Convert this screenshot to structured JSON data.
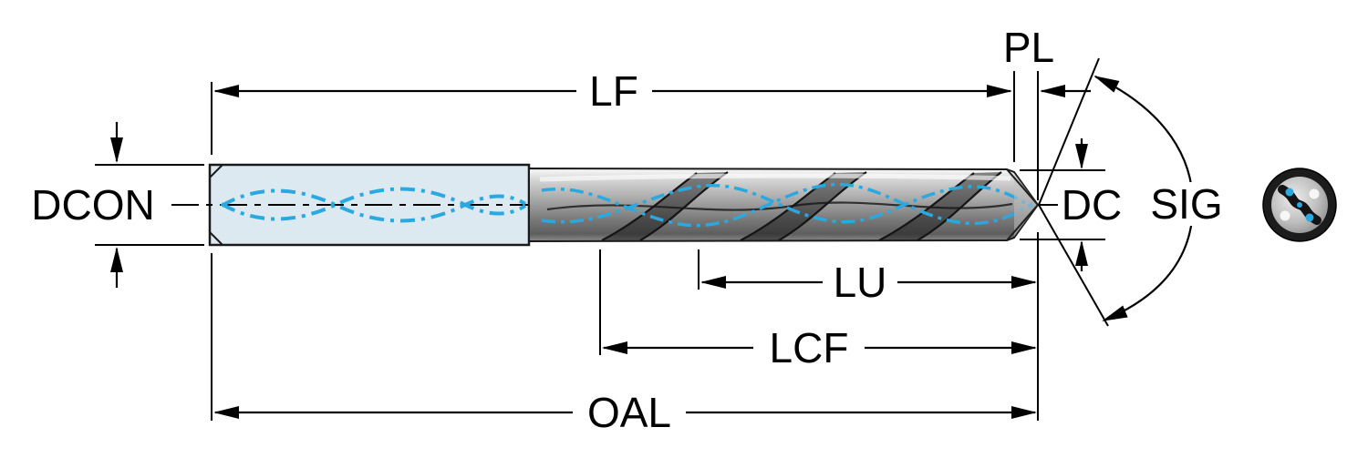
{
  "diagram": {
    "type": "technical-drawing",
    "subject": "Solid carbide coolant-channel drill — dimension diagram with end view",
    "dimension_labels": {
      "lf": "LF",
      "pl": "PL",
      "dcon": "DCON",
      "dc": "DC",
      "sig": "SIG",
      "lu": "LU",
      "lcf": "LCF",
      "oal": "OAL"
    },
    "colors": {
      "coolant_channel_blue": "#2aa9e0",
      "shank_fill": "#dde9f1",
      "background": "#ffffff",
      "line": "#000000"
    }
  }
}
